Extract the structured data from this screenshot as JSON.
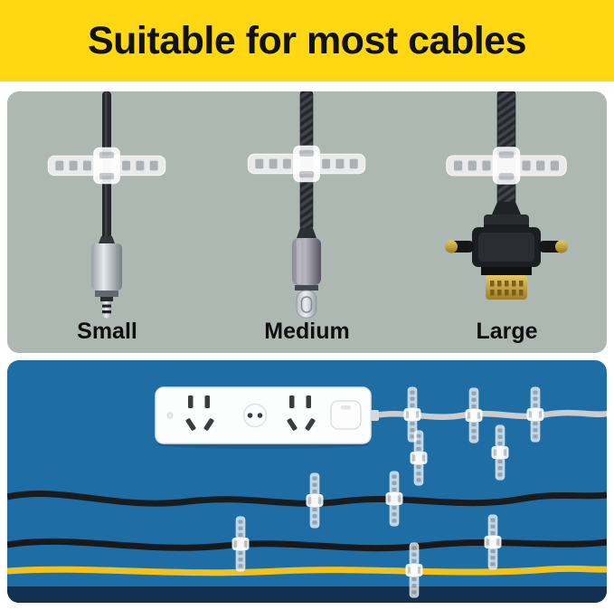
{
  "banner": {
    "title": "Suitable for most cables",
    "bg_color": "#FFD813",
    "text_color": "#101213"
  },
  "size_panel": {
    "bg_color": "#ADB8B2",
    "label_color": "#0D0F10",
    "items": [
      {
        "label": "Small",
        "cable_icon": "aux-3-5mm-cable-icon"
      },
      {
        "label": "Medium",
        "cable_icon": "usb-c-cable-icon"
      },
      {
        "label": "Large",
        "cable_icon": "vga-cable-icon"
      }
    ],
    "clip_icon": "cable-clip-icon"
  },
  "scene_panel": {
    "bg_color": "#1E6EA5",
    "floor_color": "#13304E",
    "power_strip_color": "#FCFDFD",
    "cord_color": "#C9CDD0",
    "cable_colors": [
      "#191C1F",
      "#17191C",
      "#F1C11D"
    ],
    "clip_color": "rgba(255,255,255,0.75)",
    "objects": [
      "power-strip",
      "power-cord",
      "cable-clips",
      "black-cable",
      "black-cable",
      "yellow-cable"
    ]
  }
}
